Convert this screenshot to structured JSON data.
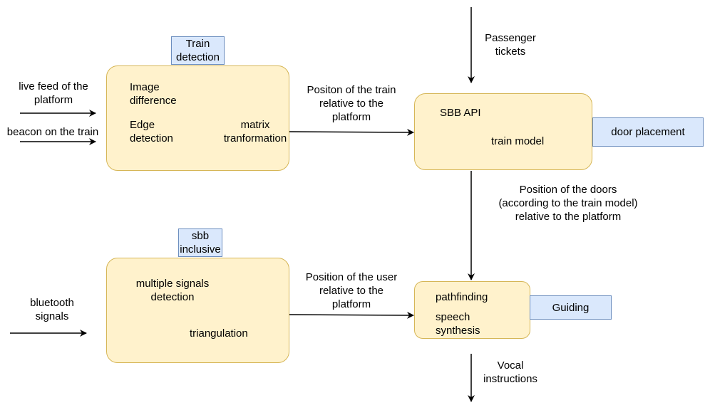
{
  "inputs": {
    "live_feed": "live feed of the\nplatform",
    "beacon": "beacon on the train",
    "bluetooth": "bluetooth\nsignals",
    "passenger_tickets": "Passenger\ntickets"
  },
  "train_detection": {
    "tag": "Train\ndetection",
    "image_difference": "Image\ndifference",
    "edge_detection": "Edge\ndetection",
    "matrix_transformation": "matrix\ntranformation"
  },
  "sbb_inclusive": {
    "tag": "sbb\ninclusive",
    "multiple_signals": "multiple signals\ndetection",
    "triangulation": "triangulation"
  },
  "train_model_block": {
    "tag": "door placement",
    "sbb_api": "SBB API",
    "train_model": "train model"
  },
  "guiding_block": {
    "tag": "Guiding",
    "pathfinding": "pathfinding",
    "speech_synthesis": "speech\nsynthesis"
  },
  "edges": {
    "train_position": "Positon of the train\nrelative to the\nplatform",
    "user_position": "Position of the user\nrelative to the\nplatform",
    "doors_position": "Position of the doors\n(according to the train model)\nrelative to the platform",
    "vocal_instructions": "Vocal\ninstructions"
  },
  "colors": {
    "process_fill": "#fff2cc",
    "process_stroke": "#d6b656",
    "tag_fill": "#dae8fc",
    "tag_stroke": "#6c8ebf"
  }
}
